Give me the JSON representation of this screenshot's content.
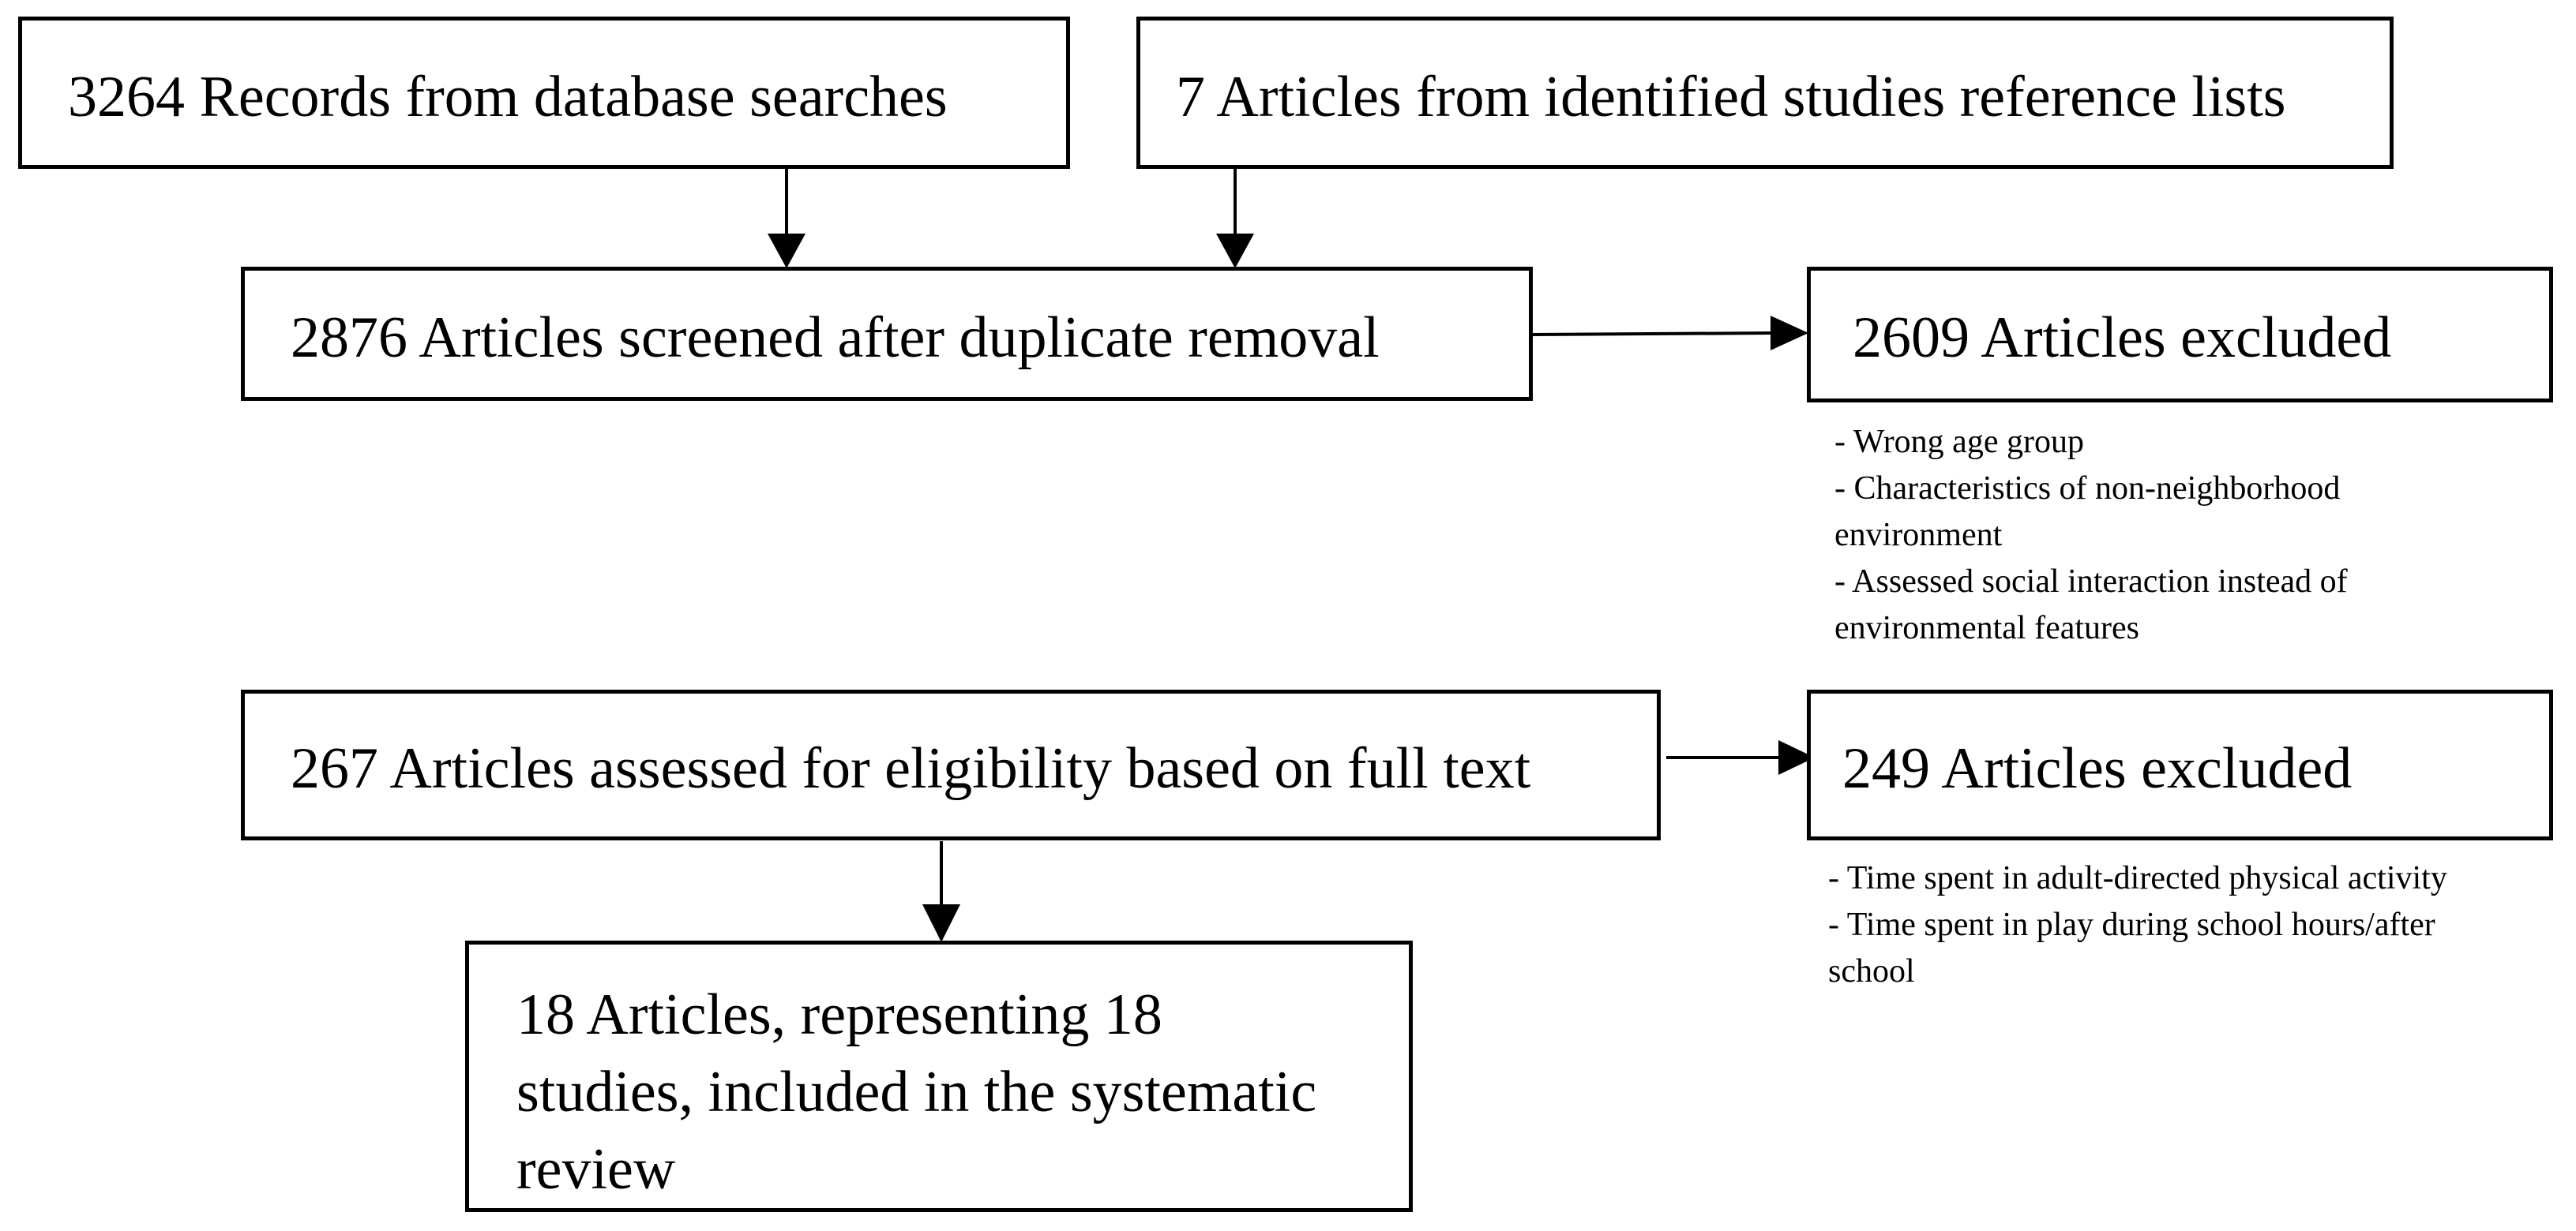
{
  "flow": {
    "records_db": "3264 Records from database searches",
    "articles_refs": "7 Articles from identified studies reference lists",
    "screened": "2876 Articles screened after duplicate removal",
    "excluded_screen": "2609 Articles excluded",
    "excluded_screen_reasons": [
      "- Wrong age group",
      "- Characteristics of non-neighborhood",
      "environment",
      "- Assessed social interaction instead of",
      "environmental features"
    ],
    "full_text": "267 Articles assessed for eligibility based on full text",
    "excluded_full": "249 Articles excluded",
    "excluded_full_reasons": [
      "- Time spent in adult-directed physical activity",
      "- Time spent in play during school hours/after",
      "school"
    ],
    "included_lines": [
      "18 Articles, representing 18",
      "studies, included in the systematic",
      "review"
    ]
  }
}
